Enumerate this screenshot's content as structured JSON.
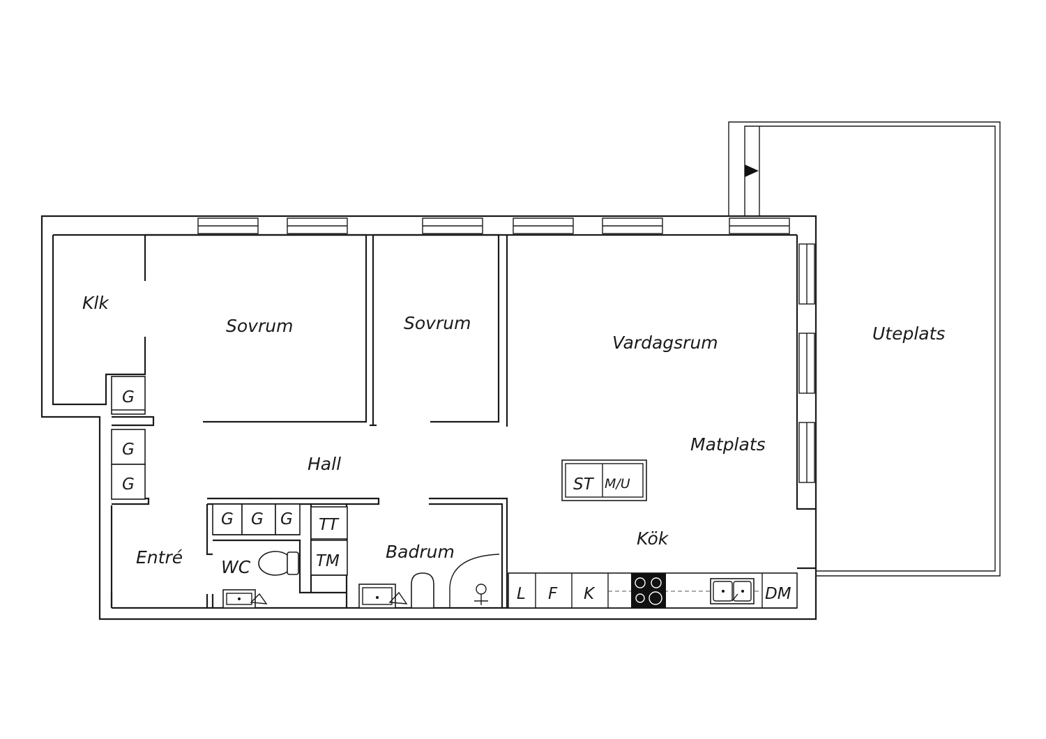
{
  "rooms": {
    "klk": "Klk",
    "sovrum_1": "Sovrum",
    "sovrum_2": "Sovrum",
    "vardagsrum": "Vardagsrum",
    "uteplats": "Uteplats",
    "matplats": "Matplats",
    "hall": "Hall",
    "entre": "Entré",
    "wc": "WC",
    "badrum": "Badrum",
    "kok": "Kök"
  },
  "fixtures": {
    "garderob_1": "G",
    "garderob_2": "G",
    "garderob_3": "G",
    "garderob_4": "G",
    "garderob_5": "G",
    "garderob_6": "G",
    "tumlare": "TT",
    "tvattmaskin": "TM",
    "sideboard": "ST",
    "micro_ugn": "M/U",
    "lada": "L",
    "frys": "F",
    "kyl": "K",
    "diskmaskin": "DM"
  }
}
